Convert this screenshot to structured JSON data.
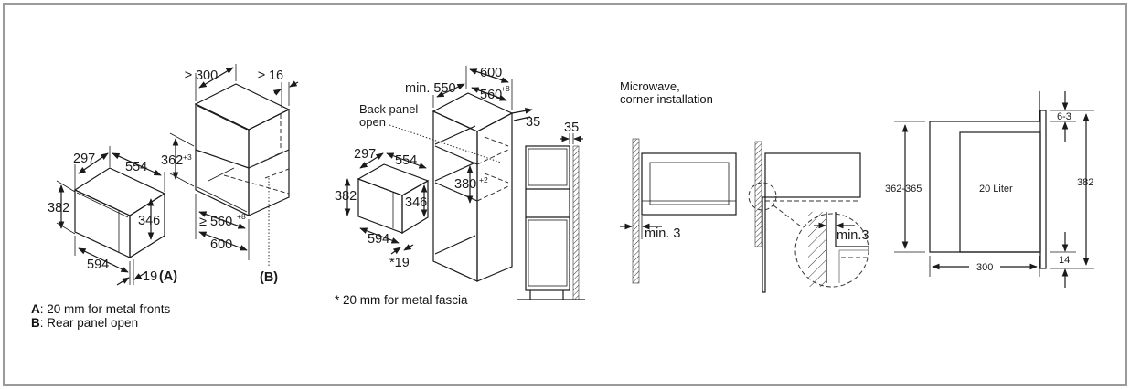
{
  "colors": {
    "frame_border": "#9a9a9a",
    "line": "#1a1a1a",
    "background": "#ffffff"
  },
  "figure_1": {
    "description": "Built-in microwave in wall cabinet",
    "appliance_dims": {
      "depth": "297",
      "width": "554",
      "height": "382",
      "inner_height": "346",
      "front_width": "594",
      "front_projection": "19",
      "front_projection_ref": "(A)"
    },
    "niche_dims": {
      "min_depth": "≥ 300",
      "rear_gap": "≥ 16",
      "height": "362",
      "height_tol": "+3",
      "width": "≥ 560",
      "width_tol": "+8",
      "cabinet_width": "600",
      "rear_ref": "(B)"
    },
    "notes": [
      {
        "key": "A",
        "text": ": 20 mm for metal fronts"
      },
      {
        "key": "B",
        "text": ": Rear panel open"
      }
    ]
  },
  "figure_2": {
    "description": "Built-in microwave in tall cabinet",
    "appliance_dims": {
      "depth": "297",
      "width": "554",
      "height": "382",
      "inner_height": "346",
      "front_width": "594",
      "front_projection": "*19"
    },
    "cabinet_dims": {
      "cabinet_width": "600",
      "min_depth": "min. 550",
      "niche_width": "560",
      "niche_width_tol": "+8",
      "rear_gap": "35",
      "niche_height": "380",
      "niche_height_tol": "+2",
      "side_gap": "35"
    },
    "back_panel_label_1": "Back panel",
    "back_panel_label_2": "open",
    "footnote": "* 20 mm for metal fascia"
  },
  "figure_3": {
    "title_line_1": "Microwave,",
    "title_line_2": "corner installation",
    "front_gap": "min. 3",
    "detail_gap": "min.3"
  },
  "figure_4": {
    "capacity": "20 Liter",
    "niche_height": "362-365",
    "top_offset": "6-3",
    "total_height": "382",
    "bottom_offset": "14",
    "depth": "300"
  }
}
